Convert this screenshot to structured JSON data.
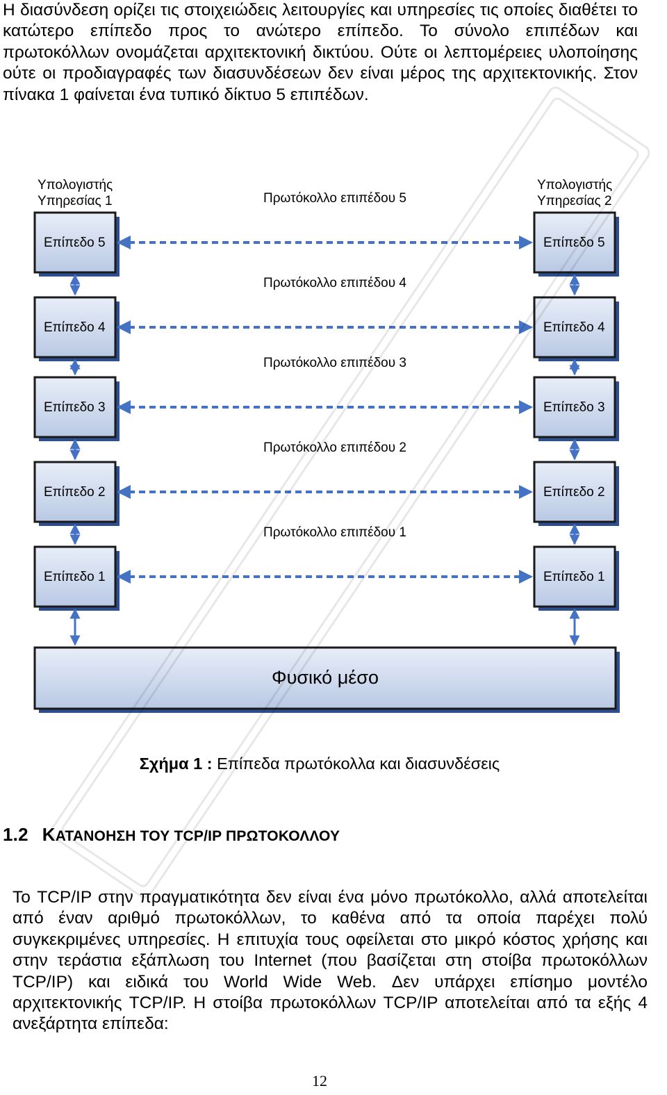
{
  "intro_paragraph": "Η διασύνδεση ορίζει τις στοιχειώδεις λειτουργίες και υπηρεσίες τις οποίες διαθέτει το κατώτερο επίπεδο προς το ανώτερο επίπεδο. Το σύνολο επιπέδων και πρωτοκόλλων ονομάζεται αρχιτεκτονική δικτύου. Ούτε οι λεπτομέρειες υλοποίησης ούτε οι προδιαγραφές των διασυνδέσεων δεν είναι μέρος της αρχιτεκτονικής. Στον πίνακα 1 φαίνεται ένα τυπικό δίκτυο 5 επιπέδων.",
  "diagram": {
    "host_left": [
      "Υπολογιστής",
      "Υπηρεσίας 1"
    ],
    "host_right": [
      "Υπολογιστής",
      "Υπηρεσίας 2"
    ],
    "layers_left": [
      "Επίπεδο 5",
      "Επίπεδο 4",
      "Επίπεδο 3",
      "Επίπεδο 2",
      "Επίπεδο 1"
    ],
    "layers_right": [
      "Επίπεδο 5",
      "Επίπεδο 4",
      "Επίπεδο 3",
      "Επίπεδο 2",
      "Επίπεδο 1"
    ],
    "protocols": [
      "Πρωτόκολλο επιπέδου 5",
      "Πρωτόκολλο επιπέδου 4",
      "Πρωτόκολλο επιπέδου 3",
      "Πρωτόκολλο επιπέδου 2",
      "Πρωτόκολλο επιπέδου 1"
    ],
    "physical_medium": "Φυσικό μέσο",
    "colors": {
      "box_fill_top": "#e8eef8",
      "box_fill_bottom": "#b9c9e4",
      "arrow": "#4472c4",
      "shadow": "#2e4f8f"
    }
  },
  "caption": {
    "label": "Σχήμα 1 :",
    "text": "Επίπεδα πρωτόκολλα και διασυνδέσεις"
  },
  "heading": {
    "number": "1.2",
    "k": "Κ",
    "rest1": "ΑΤΑΝΟΗΣΗ ΤΟΥ ",
    "tcpip": "TCP/IP",
    "rest2": " ΠΡΩΤΟΚΟΛΛΟΥ"
  },
  "body_paragraph": "Το TCP/IP στην πραγματικότητα δεν είναι ένα μόνο πρωτόκολλο, αλλά αποτελείται από έναν αριθμό πρωτοκόλλων, το καθένα από τα οποία παρέχει πολύ συγκεκριμένες υπηρεσίες. Η επιτυχία τους οφείλεται στο μικρό κόστος χρήσης και στην τεράστια εξάπλωση του Internet (που βασίζεται στη στοίβα πρωτοκόλλων TCP/IP) και ειδικά του World Wide Web. Δεν υπάρχει επίσημο μοντέλο αρχιτεκτονικής TCP/IP. Η στοίβα πρωτοκόλλων TCP/IP αποτελείται από τα εξής 4 ανεξάρτητα επίπεδα:",
  "page_number": "12"
}
